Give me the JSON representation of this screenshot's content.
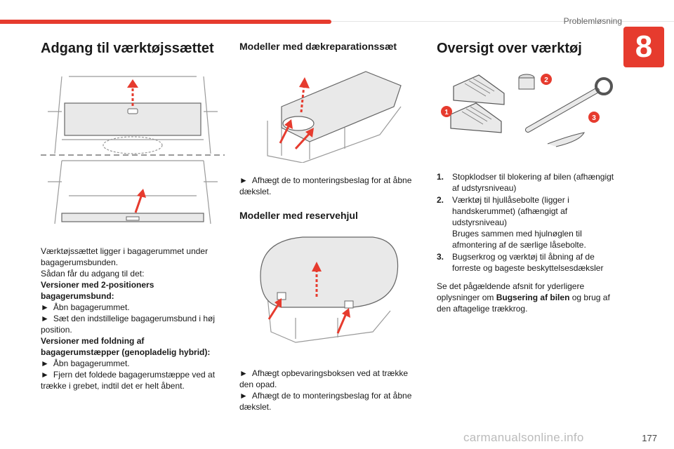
{
  "header": {
    "chapter_name": "Problemløsning",
    "chapter_number": "8",
    "accent_color": "#e63b2e"
  },
  "col1": {
    "title": "Adgang til værktøjssættet",
    "intro": "Værktøjssættet ligger i bagagerummet under bagagerumsbunden.",
    "access": "Sådan får du adgang til det:",
    "heading_a": "Versioner med 2-positioners bagagerumsbund:",
    "steps_a": [
      "Åbn bagagerummet.",
      "Sæt den indstillelige bagagerumsbund i høj position."
    ],
    "heading_b": "Versioner med foldning af bagagerumstæpper (genopladelig hybrid):",
    "steps_b": [
      "Åbn bagagerummet.",
      "Fjern det foldede bagagerumstæppe ved at trække i grebet, indtil det er helt åbent."
    ]
  },
  "col2": {
    "title_repair": "Modeller med dækreparationssæt",
    "steps_repair": [
      "Afhægt de to monteringsbeslag for at åbne dækslet."
    ],
    "title_spare": "Modeller med reservehjul",
    "steps_spare": [
      "Afhægt opbevaringsboksen ved at trække den opad.",
      "Afhægt de to monteringsbeslag for at åbne dækslet."
    ]
  },
  "col3": {
    "title": "Oversigt over værktøj",
    "callouts": [
      "1",
      "2",
      "3"
    ],
    "items": [
      {
        "num": "1.",
        "text": "Stopklodser til blokering af bilen (afhængigt af udstyrsniveau)"
      },
      {
        "num": "2.",
        "text": "Værktøj til hjullåsebolte (ligger i handskerummet) (afhængigt af udstyrsniveau)",
        "extra": "Bruges sammen med hjulnøglen til afmontering af de særlige låsebolte."
      },
      {
        "num": "3.",
        "text": "Bugserkrog og værktøj til åbning af de forreste og bageste beskyttelsesdæksler"
      }
    ],
    "footer_before": "Se det pågældende afsnit for yderligere oplysninger om ",
    "footer_bold": "Bugsering af bilen",
    "footer_after": " og brug af den aftagelige trækkrog."
  },
  "page_number": "177",
  "watermark": "carmanualsonline.info",
  "icons": {
    "step_arrow": "►"
  }
}
